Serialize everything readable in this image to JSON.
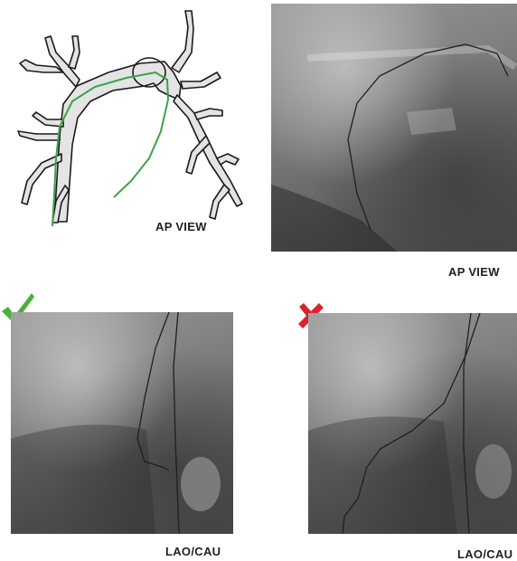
{
  "panels": {
    "diagram_caption": "AP VIEW",
    "ap_caption": "AP VIEW",
    "lao_correct_caption": "LAO/CAU",
    "lao_wrong_caption": "LAO/CAU"
  },
  "icons": {
    "correct": "check-icon",
    "incorrect": "cross-icon"
  },
  "colors": {
    "catheter_green": "#3aa34a",
    "check_green": "#4caf3c",
    "cross_red": "#d9232e"
  }
}
